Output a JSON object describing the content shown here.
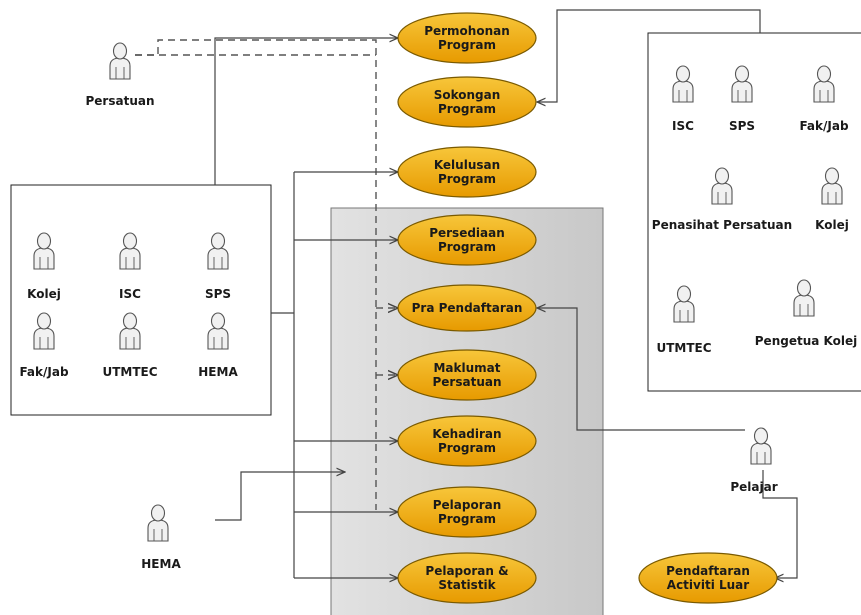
{
  "colors": {
    "usecase_fill": "#f2a900",
    "usecase_stroke": "#7a5a00",
    "system_fill": "#d3d3d3",
    "actor_fill": "#f1f1f1",
    "line": "#444444"
  },
  "usecases": [
    {
      "lines": [
        "Permohonan",
        "Program"
      ]
    },
    {
      "lines": [
        "Sokongan",
        "Program"
      ]
    },
    {
      "lines": [
        "Kelulusan",
        "Program"
      ]
    },
    {
      "lines": [
        "Persediaan",
        "Program"
      ]
    },
    {
      "lines": [
        "Pra Pendaftaran"
      ]
    },
    {
      "lines": [
        "Maklumat",
        "Persatuan"
      ]
    },
    {
      "lines": [
        "Kehadiran",
        "Program"
      ]
    },
    {
      "lines": [
        "Pelaporan",
        "Program"
      ]
    },
    {
      "lines": [
        "Pelaporan &",
        "Statistik"
      ]
    },
    {
      "lines": [
        "Pendaftaran",
        "Activiti Luar"
      ]
    }
  ],
  "actors": {
    "persatuan": "Persatuan",
    "hema_single": "HEMA",
    "pelajar": "Pelajar",
    "left_group": [
      "Kolej",
      "ISC",
      "SPS",
      "Fak/Jab",
      "UTMTEC",
      "HEMA"
    ],
    "right_group": [
      "ISC",
      "SPS",
      "Fak/Jab",
      "Penasihat Persatuan",
      "Kolej",
      "UTMTEC",
      "Pengetua Kolej"
    ]
  }
}
